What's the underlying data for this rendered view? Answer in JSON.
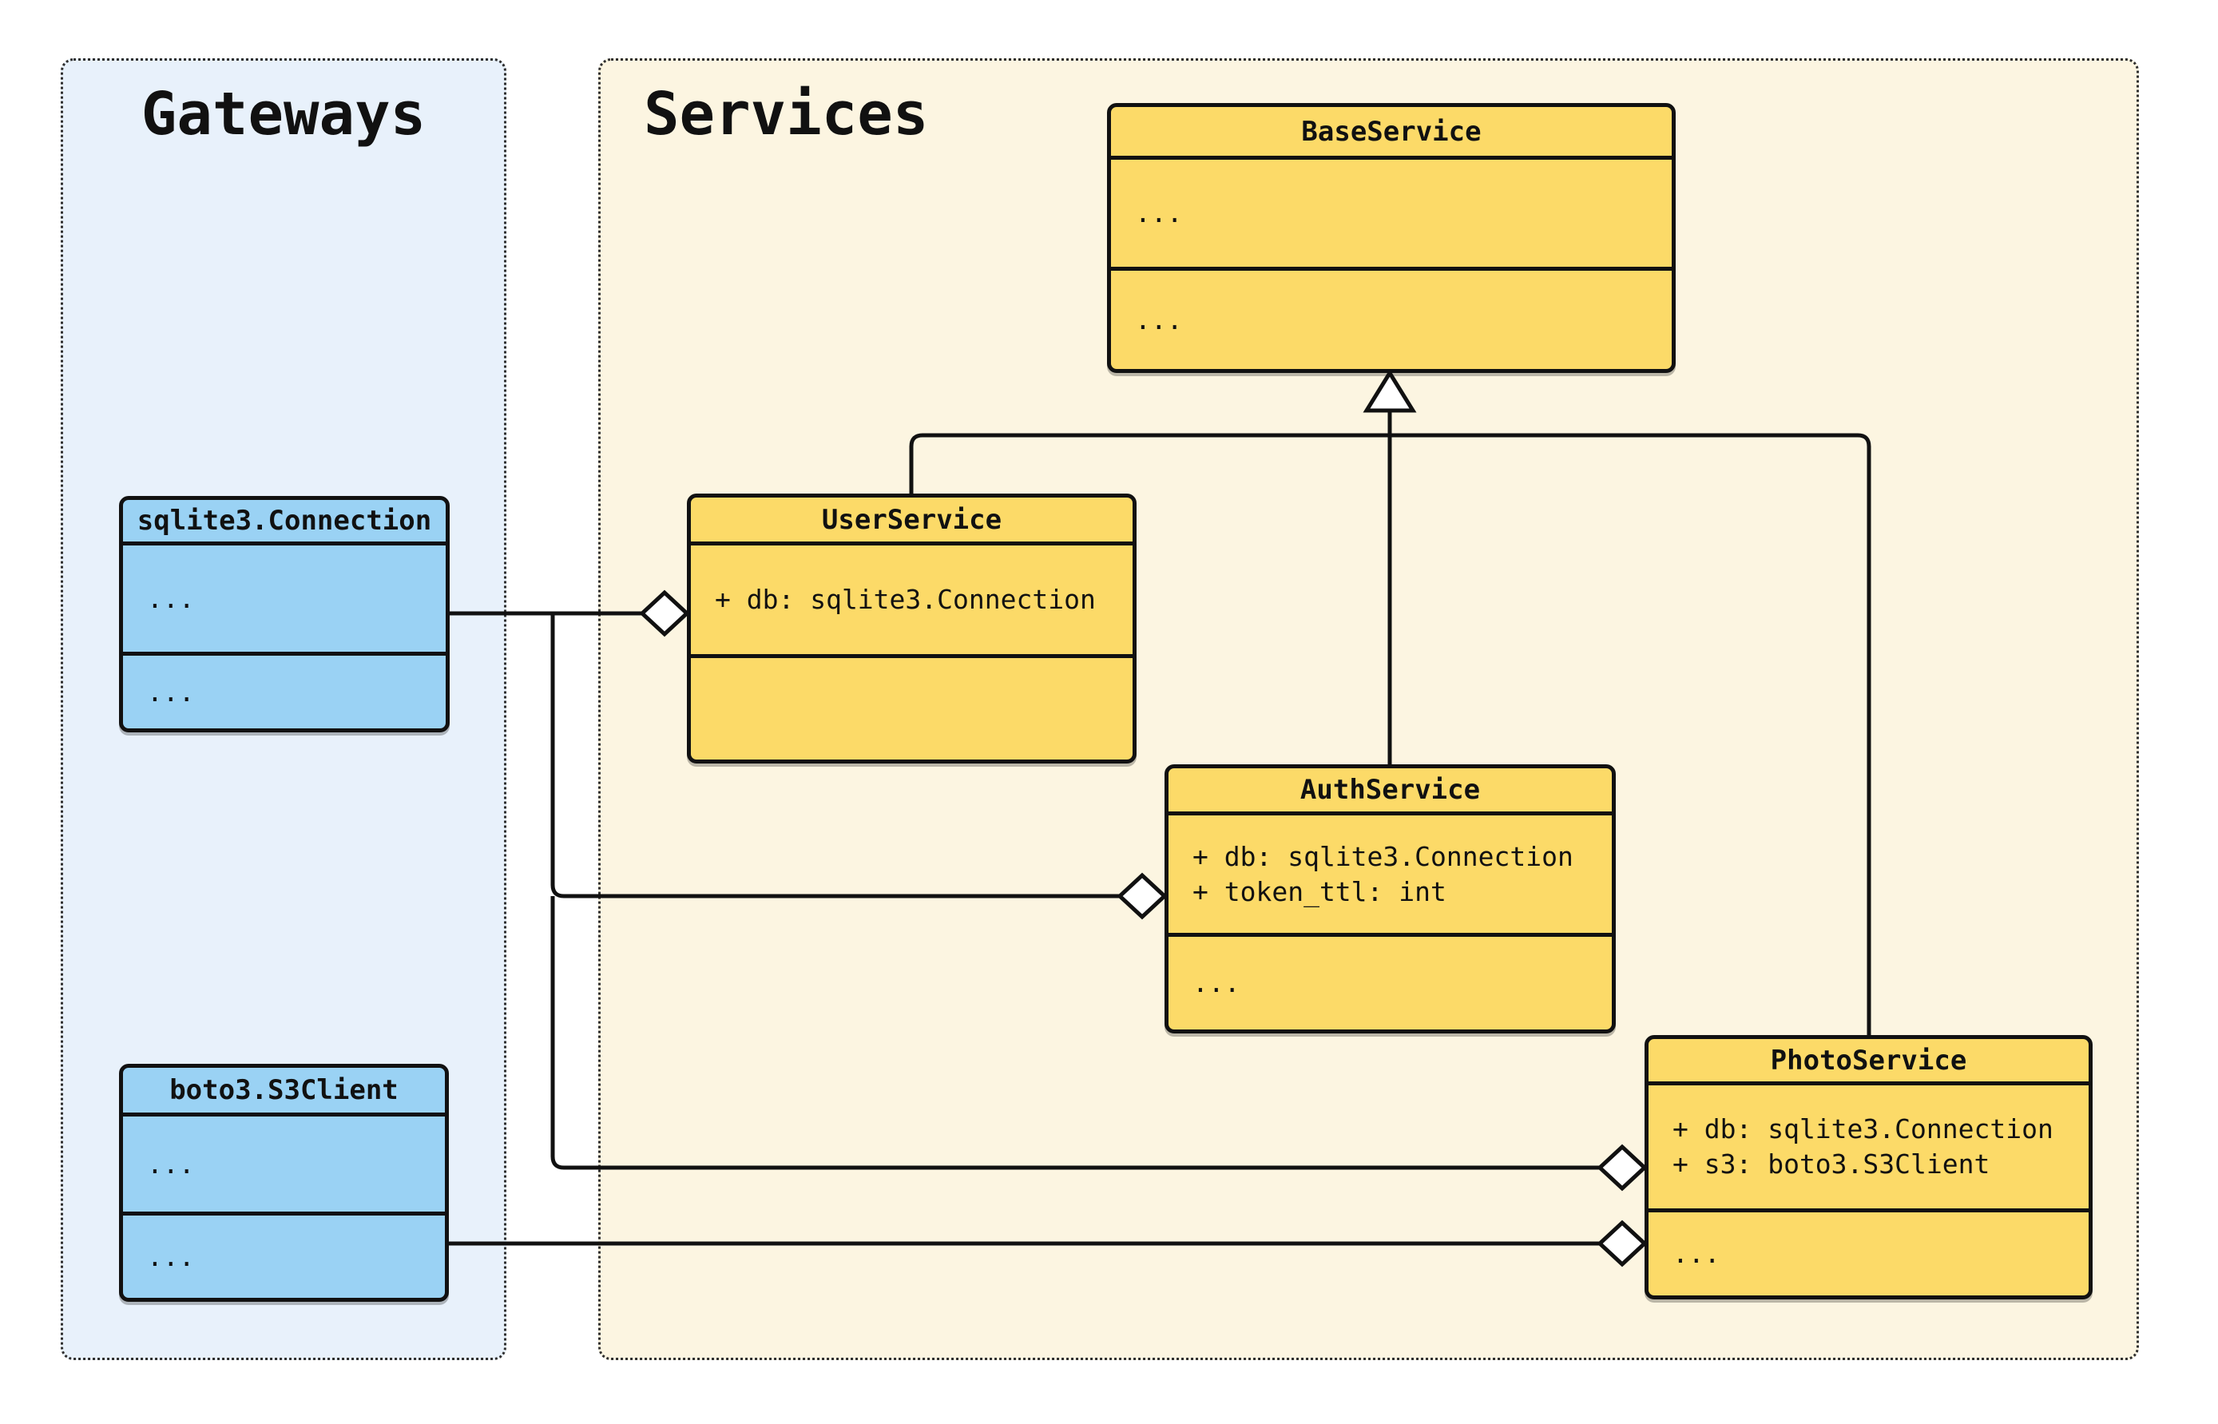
{
  "colors": {
    "page_bg": "#FFFFFF",
    "stroke": "#111111",
    "gateways_panel_bg": "#E8F1FB",
    "services_panel_bg": "#FCF5E1",
    "service_box_fill": "#FCDA68",
    "gateway_box_fill": "#9AD2F4",
    "shape_fill": "#FFFFFF"
  },
  "groups": [
    {
      "title": "Gateways"
    },
    {
      "title": "Services"
    }
  ],
  "classes": [
    {
      "name": "BaseService",
      "attributes": [
        "..."
      ],
      "methods": [
        "..."
      ]
    },
    {
      "name": "UserService",
      "attributes": [
        "+ db: sqlite3.Connection"
      ],
      "methods": []
    },
    {
      "name": "AuthService",
      "attributes": [
        "+ db: sqlite3.Connection",
        "+ token_ttl: int"
      ],
      "methods": [
        "..."
      ]
    },
    {
      "name": "PhotoService",
      "attributes": [
        "+ db: sqlite3.Connection",
        "+ s3: boto3.S3Client"
      ],
      "methods": [
        "..."
      ]
    },
    {
      "name": "sqlite3.Connection",
      "attributes": [
        "..."
      ],
      "methods": [
        "..."
      ]
    },
    {
      "name": "boto3.S3Client",
      "attributes": [
        "..."
      ],
      "methods": [
        "..."
      ]
    }
  ],
  "relationships": [
    {
      "type": "inheritance",
      "from": "UserService",
      "to": "BaseService"
    },
    {
      "type": "inheritance",
      "from": "AuthService",
      "to": "BaseService"
    },
    {
      "type": "inheritance",
      "from": "PhotoService",
      "to": "BaseService"
    },
    {
      "type": "aggregation",
      "owner": "UserService",
      "part": "sqlite3.Connection"
    },
    {
      "type": "aggregation",
      "owner": "AuthService",
      "part": "sqlite3.Connection"
    },
    {
      "type": "aggregation",
      "owner": "PhotoService",
      "part": "sqlite3.Connection"
    },
    {
      "type": "aggregation",
      "owner": "PhotoService",
      "part": "boto3.S3Client"
    }
  ]
}
